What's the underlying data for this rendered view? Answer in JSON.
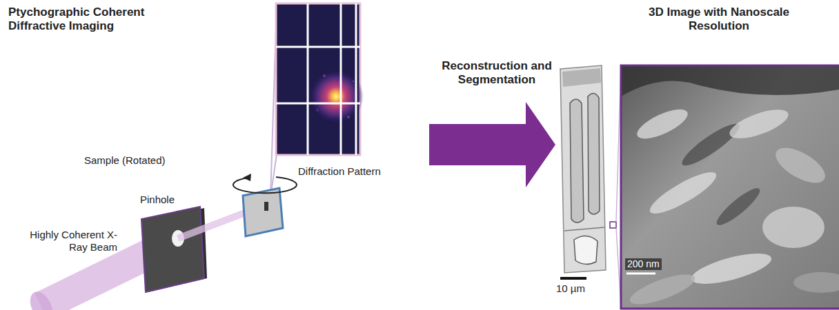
{
  "diagram": {
    "labels": [
      "Ptychographic Coherent Diffractive Imaging",
      "Sample (Rotated)",
      "Pinhole",
      "Highly Coherent X-Ray Beam",
      "Diffraction Pattern",
      "Reconstruction and Segmentation",
      "3D Image with Nanoscale Resolution",
      "10 µm",
      "200 nm"
    ]
  }
}
